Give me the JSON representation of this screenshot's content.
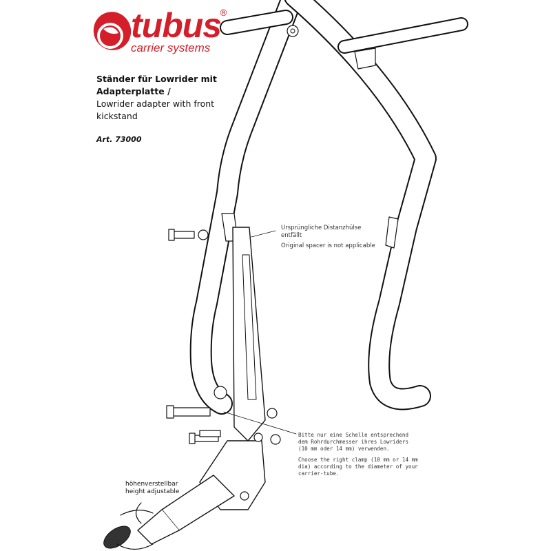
{
  "logo": {
    "brand": "tubus",
    "registered": "®",
    "tagline": "carrier systems",
    "color": "#d41f2b"
  },
  "title": {
    "german_line1": "Ständer für Lowrider mit",
    "german_line2": "Adapterplatte /",
    "english_line1": "Lowrider adapter with front",
    "english_line2": "kickstand"
  },
  "article": "Art. 73000",
  "notes": {
    "spacer_de_1": "Ursprüngliche Distanzhülse",
    "spacer_de_2": "entfällt",
    "spacer_en": "Original spacer is not applicable",
    "clamp_de_1": "Bitte nur eine Schelle entsprechend",
    "clamp_de_2": "dem Rohrdurchmesser ihres Lowriders",
    "clamp_de_3": "(10 mm oder 14 mm) verwenden.",
    "clamp_en_1": "Choose the right clamp (10 mm or 14 mm",
    "clamp_en_2": "dia) according to the diameter of your",
    "clamp_en_3": "carrier-tube.",
    "height_de": "höhenverstellbar",
    "height_en": "height adjustable"
  }
}
